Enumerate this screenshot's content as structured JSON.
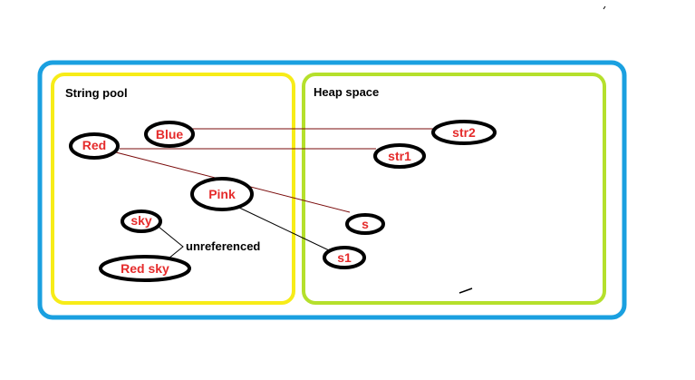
{
  "colors": {
    "outer_border": "#1aa0e0",
    "string_pool_border": "#f7ec18",
    "heap_border": "#b5e02c",
    "node_text": "#e52b2b",
    "node_border": "#000000",
    "ref_line_dark": "#7a0b0b",
    "ref_line_black": "#000000"
  },
  "string_pool": {
    "title": "String pool"
  },
  "heap_space": {
    "title": "Heap space"
  },
  "string_pool_nodes": {
    "blue": "Blue",
    "red": "Red",
    "pink": "Pink",
    "sky": "sky",
    "red_sky": "Red sky"
  },
  "heap_nodes": {
    "str2": "str2",
    "str1": "str1",
    "s": "s",
    "s1": "s1"
  },
  "annotations": {
    "unreferenced": "unreferenced"
  }
}
